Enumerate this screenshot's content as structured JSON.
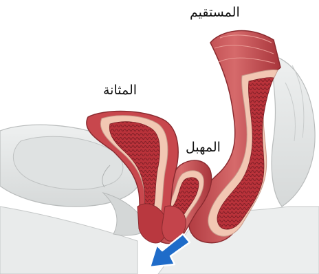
{
  "labels": {
    "rectum": "المستقيم",
    "bladder": "المثانة",
    "vagina": "المهبل"
  },
  "colors": {
    "background": "#ffffff",
    "tissue_gray": "#e4e6e6",
    "tissue_outline": "#b9bcbc",
    "outer_wall": "#c24a4e",
    "lining_pink": "#f3c9b5",
    "inner_red": "#b4333b",
    "arrow_blue": "#1f6cc9"
  },
  "icons": {
    "arrow": "arrow-down-left-icon"
  }
}
